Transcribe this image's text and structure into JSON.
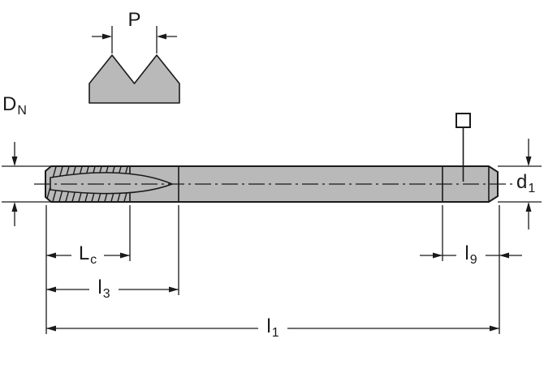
{
  "drawing": {
    "labels": {
      "pitch": {
        "main": "P",
        "sub": ""
      },
      "nominal_diameter": {
        "main": "D",
        "sub": "N"
      },
      "shank_diameter": {
        "main": "d",
        "sub": "1"
      },
      "chamfer_length": {
        "main": "L",
        "sub": "c"
      },
      "thread_length": {
        "main": "l",
        "sub": "3"
      },
      "square_length": {
        "main": "l",
        "sub": "9"
      },
      "overall_length": {
        "main": "l",
        "sub": "1"
      }
    },
    "colors": {
      "line": "#1a1a1a",
      "body_fill": "#b9b9b9",
      "background": "#ffffff"
    }
  }
}
